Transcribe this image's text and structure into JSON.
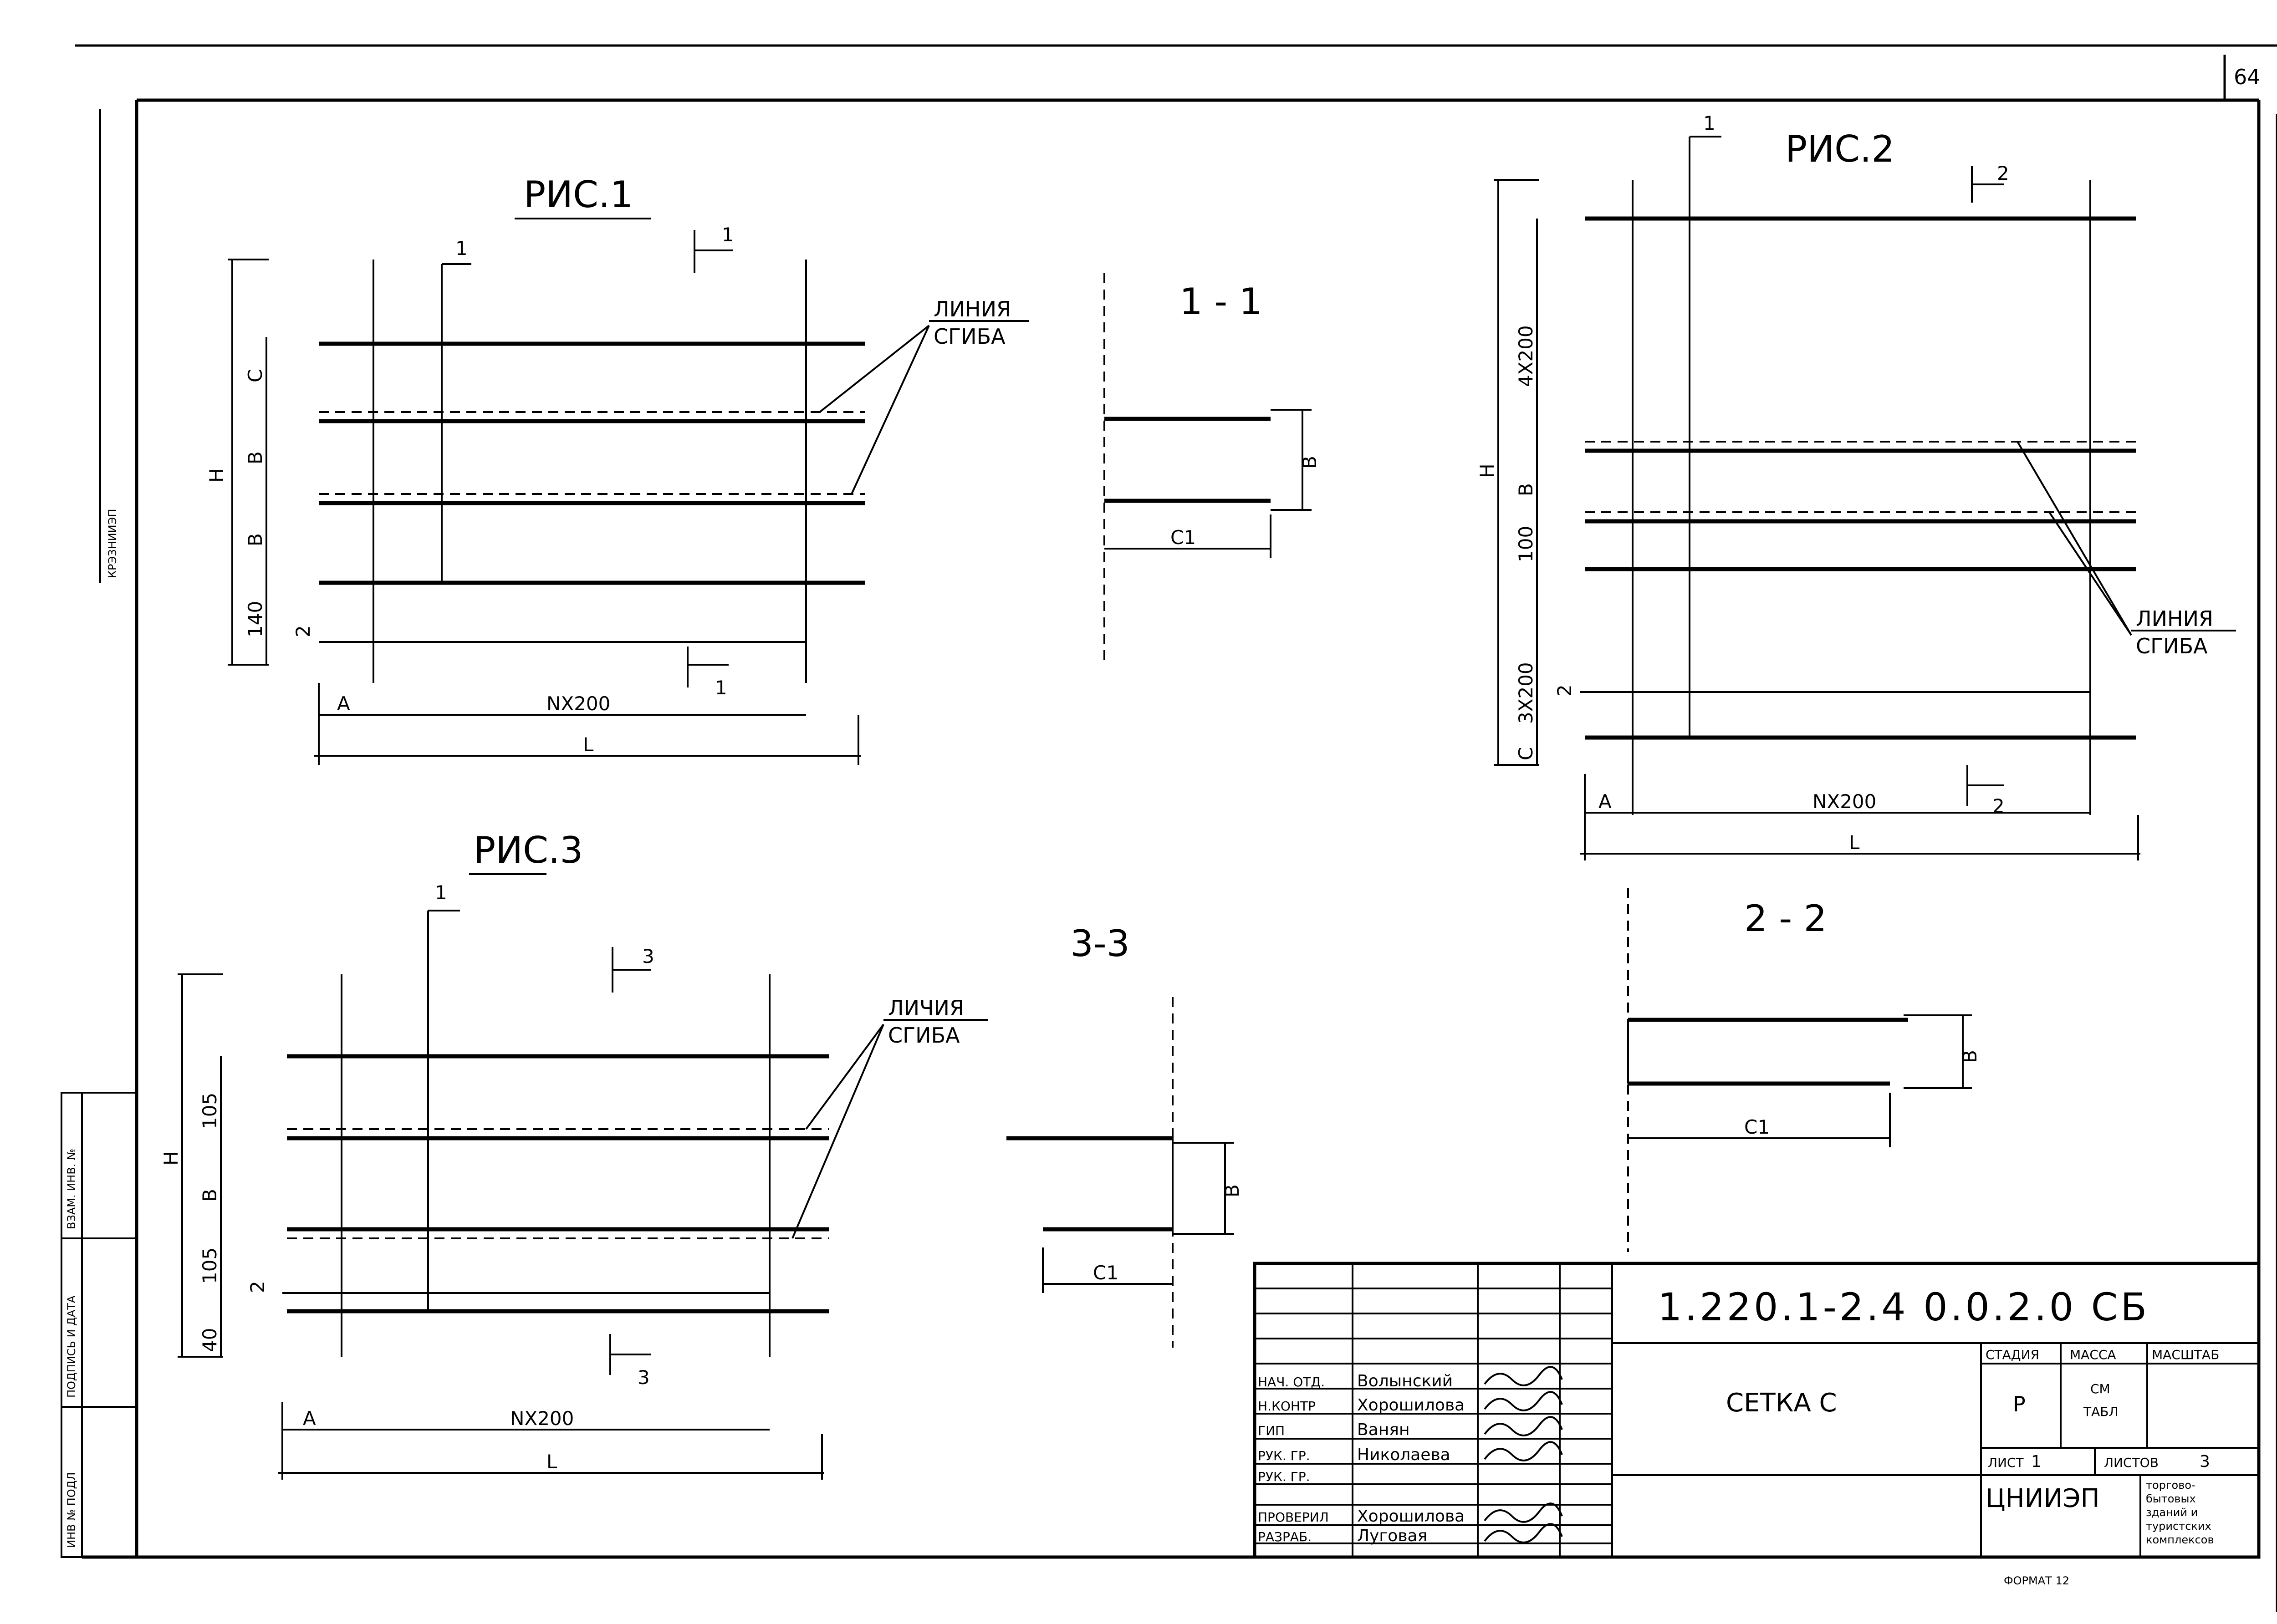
{
  "sheet": {
    "page_number": "64",
    "format_note": "ФОРМАТ 12"
  },
  "figures": {
    "fig1": {
      "title": "РИС.1",
      "section_label": "1-1",
      "callout": "1",
      "bend_line_label_1": "ЛИНИЯ",
      "bend_line_label_2": "СГИБА",
      "dims": {
        "h": "H",
        "c": "C",
        "b1": "B",
        "b2": "B",
        "d140": "140",
        "n2": "2",
        "a": "A",
        "nx": "NX200",
        "l": "L"
      }
    },
    "section11": {
      "title": "1 - 1",
      "b": "B",
      "c1": "C1"
    },
    "fig2": {
      "title": "РИС.2",
      "callout": "1",
      "bend_line_label_1": "ЛИНИЯ",
      "bend_line_label_2": "СГИБА",
      "dims": {
        "h": "H",
        "d4x200": "4X200",
        "b": "B",
        "d100": "100",
        "d3x200": "3X200",
        "n2": "2",
        "c": "C",
        "a": "A",
        "nx": "NX200",
        "l": "L"
      }
    },
    "section22": {
      "title": "2 - 2",
      "b": "B",
      "c1": "C1"
    },
    "fig3": {
      "title": "РИС.3",
      "callout": "1",
      "bend_line_label_1": "ЛИЧИЯ",
      "bend_line_label_2": "СГИБА",
      "dims": {
        "h": "H",
        "d105a": "105",
        "b": "B",
        "d105b": "105",
        "d40": "40",
        "n2": "2",
        "a": "A",
        "nx": "NX200",
        "l": "L"
      }
    },
    "section33": {
      "title": "3-3",
      "b": "B",
      "c1": "C1"
    },
    "cut_marks": {
      "one": "1",
      "two": "2",
      "three": "3"
    }
  },
  "left_strip": {
    "inv_podl": "ИНВ № ПОДЛ",
    "podpis_data": "ПОДПИСЬ И ДАТА",
    "vzam_inv": "ВЗАМ. ИНВ. №",
    "upper_note": "КРЭЗНИИЭП"
  },
  "title_block": {
    "doc_code": "1.220.1-2.4 0.0.2.0 СБ",
    "item_name": "СЕТКА С",
    "stage_header": "СТАДИЯ",
    "mass_header": "МАССА",
    "scale_header": "МАСШТАБ",
    "stage": "Р",
    "mass_1": "СМ",
    "mass_2": "ТАБЛ",
    "sheet_label": "ЛИСТ",
    "sheet_no": "1",
    "sheets_label": "ЛИСТОВ",
    "sheets_total": "3",
    "org": "ЦНИИЭП",
    "org_subtitle": [
      "торгово-",
      "бытовых",
      "зданий и",
      "туристских",
      "комплексов"
    ],
    "roles": [
      {
        "role": "НАЧ. ОТД.",
        "name": "Волынский"
      },
      {
        "role": "Н.КОНТР",
        "name": "Хорошилова"
      },
      {
        "role": "ГИП",
        "name": "Ванян"
      },
      {
        "role": "РУК. ГР.",
        "name": "Николаева"
      },
      {
        "role": "РУК. ГР.",
        "name": ""
      },
      {
        "role": "ПРОВЕРИЛ",
        "name": "Хорошилова"
      },
      {
        "role": "РАЗРАБ.",
        "name": "Луговая"
      }
    ]
  }
}
